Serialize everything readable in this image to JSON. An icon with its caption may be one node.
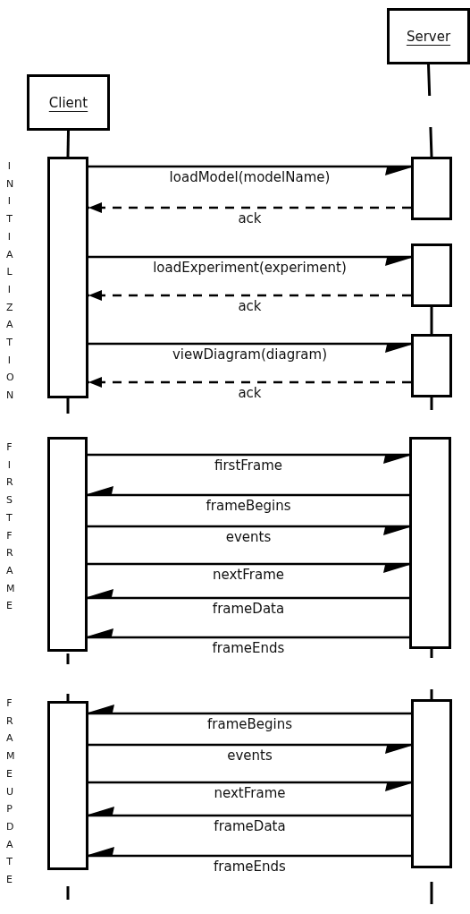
{
  "diagram": {
    "nodes": [
      {
        "text": [
          "Client"
        ]
      },
      {
        "text": [
          "Server"
        ]
      },
      {
        "text": [],
        "shape": "bar"
      },
      {
        "text": [],
        "shape": "bar"
      },
      {
        "text": [],
        "shape": "bar"
      },
      {
        "text": [],
        "shape": "bar"
      },
      {
        "text": [],
        "shape": "bar"
      },
      {
        "text": [],
        "shape": "bar"
      },
      {
        "text": [],
        "shape": "bar"
      },
      {
        "text": [],
        "shape": "bar"
      }
    ],
    "edges": [
      {
        "from": 0,
        "to": 2,
        "arrow": "none"
      },
      {
        "from": 1,
        "to": 3,
        "arrow": "none",
        "style": "dashed"
      },
      {
        "from": 2,
        "to": 3,
        "arrow": "to",
        "label": "loadModel(modelName)"
      },
      {
        "from": 3,
        "to": 2,
        "arrow": "to",
        "label": "ack",
        "style": "dashed"
      },
      {
        "from": 2,
        "to": 4,
        "arrow": "to",
        "label": "loadExperiment(experiment)"
      },
      {
        "from": 4,
        "to": 2,
        "arrow": "to",
        "label": "ack",
        "style": "dashed"
      },
      {
        "from": 2,
        "to": 5,
        "arrow": "to",
        "label": "viewDiagram(diagram)"
      },
      {
        "from": 5,
        "to": 2,
        "arrow": "to",
        "label": "ack",
        "style": "dashed"
      },
      {
        "from": 6,
        "to": 7,
        "arrow": "to",
        "label": "firstFrame"
      },
      {
        "from": 7,
        "to": 6,
        "arrow": "to",
        "label": "frameBegins"
      },
      {
        "from": 6,
        "to": 7,
        "arrow": "to",
        "label": "events"
      },
      {
        "from": 6,
        "to": 7,
        "arrow": "to",
        "label": "nextFrame"
      },
      {
        "from": 7,
        "to": 6,
        "arrow": "to",
        "label": "frameData"
      },
      {
        "from": 7,
        "to": 6,
        "arrow": "to",
        "label": "frameEnds"
      },
      {
        "from": 9,
        "to": 8,
        "arrow": "to",
        "label": "frameBegins"
      },
      {
        "from": 8,
        "to": 9,
        "arrow": "to",
        "label": "events"
      },
      {
        "from": 8,
        "to": 9,
        "arrow": "to",
        "label": "nextFrame"
      },
      {
        "from": 9,
        "to": 8,
        "arrow": "to",
        "label": "frameData"
      },
      {
        "from": 9,
        "to": 8,
        "arrow": "to",
        "label": "frameEnds"
      },
      {
        "from": 4,
        "to": 5,
        "arrow": "none"
      }
    ],
    "labels": [
      "INITIALIZATION",
      "FIRST FRAME",
      "FRAME UPDATE"
    ]
  }
}
